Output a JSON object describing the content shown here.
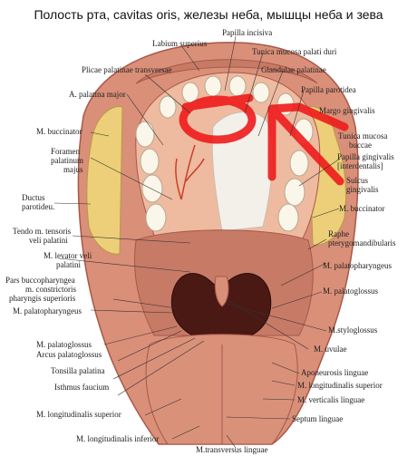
{
  "title": "Полость рта, cavitas oris, железы неба, мышцы неба и зева",
  "colors": {
    "background": "#ffffff",
    "tissue_dark": "#a8584a",
    "tissue": "#d98f78",
    "tissue_light": "#eebaa0",
    "palate_white": "#f3f0ea",
    "throat": "#4a1914",
    "teeth": "#fbf6ea",
    "fat_yellow": "#eccf78",
    "artery": "#c8402a",
    "annotation_red": "#ee1c1c",
    "leader": "#333333"
  },
  "labels": {
    "papilla_incisiva": "Papilla incisiva",
    "labium_superius": "Labium superius",
    "tunica_mucosa_palati_duri": "Tunica mucosa palati duri",
    "plicae_palatinae_transversae": "Plicae palatinae transversae",
    "glandulae_palatinae": "Glandulae palatinae",
    "a_palatina_major": "A. palatina major",
    "papilla_parotidea": "Papilla parotidea",
    "margo_gingivalis": "Margo gingivalis",
    "m_buccinator_left": "M. buccinator",
    "tunica_mucosa_buccae_1": "Tunica mucosa",
    "tunica_mucosa_buccae_2": "buccae",
    "foramen_palatinum_majus_1": "Foramen",
    "foramen_palatinum_majus_2": "palatinum",
    "foramen_palatinum_majus_3": "majus",
    "papilla_gingivalis_1": "Papilla gingivalis",
    "papilla_gingivalis_2": "[interdentalis]",
    "sulcus_gingivalis_1": "Sulcus",
    "sulcus_gingivalis_2": "gingivalis",
    "ductus_parotideus_1": "Ductus",
    "ductus_parotideus_2": "parotideu.",
    "m_buccinator_right": "M. buccinator",
    "tendo_m_tensoris_1": "Tendo m. tensoris",
    "tendo_m_tensoris_2": "veli palatini",
    "raphe_1": "Raphe",
    "raphe_2": "pterygomandibularis",
    "m_levator_veli_1": "M. levator veli",
    "m_levator_veli_2": "palatini",
    "m_palatopharyngeus_right": "M. palatopharyngeus",
    "pars_bucco_1": "Pars buccopharyngea",
    "pars_bucco_2": "m. constrictoris",
    "pars_bucco_3": "pharyngis superioris",
    "m_palatoglossus_right": "M. palatoglossus",
    "m_palatopharyngeus_left": "M. palatopharyngeus",
    "m_styloglossus": "M.styloglossus",
    "m_palatoglossus_left": "M. palatoglossus",
    "arcus_palatoglossus": "Arcus palatoglossus",
    "m_uvulae": "M. uvulae",
    "tonsilla_palatina": "Tonsilla palatina",
    "aponeurosis_linguae": "Aponeurosis linguae",
    "isthmus_faucium": "Isthmus faucium",
    "m_longitudinalis_superior_right": "M. longitudinalis superior",
    "m_verticalis_linguae": "M. verticalis linguae",
    "m_longitudinalis_superior_left": "M. longitudinalis superior",
    "septum_linguae": "Septum linguae",
    "m_longitudinalis_inferior": "M. longitudinalis inferior",
    "m_transversus_linguae": "M.transversus linguae"
  }
}
